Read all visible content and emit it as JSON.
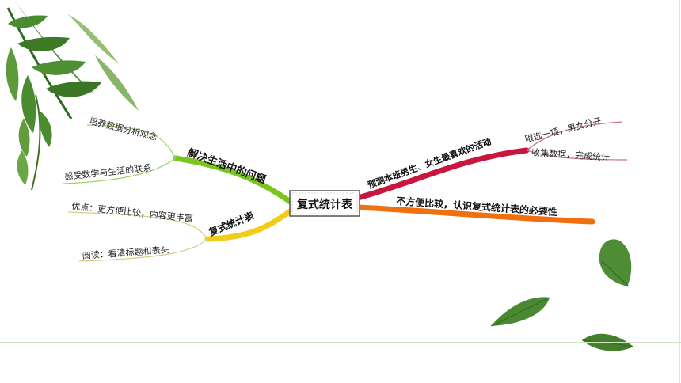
{
  "mindmap": {
    "center": {
      "label": "复式统计表"
    },
    "branches": {
      "solve_life": {
        "label": "解决生活中的问题",
        "color": "#7cc520",
        "children": [
          "培养数据分析观念",
          "感受数学与生活的联系"
        ]
      },
      "compound_table": {
        "label": "复式统计表",
        "color": "#f2cc1a",
        "children": [
          "优点：更方便比较，内容更丰富",
          "阅读：看清标题和表头"
        ]
      },
      "survey": {
        "label": "预测本班男生、女生最喜欢的活动",
        "color": "#c8163f",
        "children": [
          "限选一项，男女分开",
          "收集数据，完成统计"
        ]
      },
      "inconvenient": {
        "label": "不方便比较，认识复式统计表的必要性",
        "color": "#f07010"
      }
    }
  },
  "decor": {
    "leaf_dark": "#3f7f2a",
    "leaf_light": "#8cc060",
    "rule_color": "#cfe2c2"
  }
}
